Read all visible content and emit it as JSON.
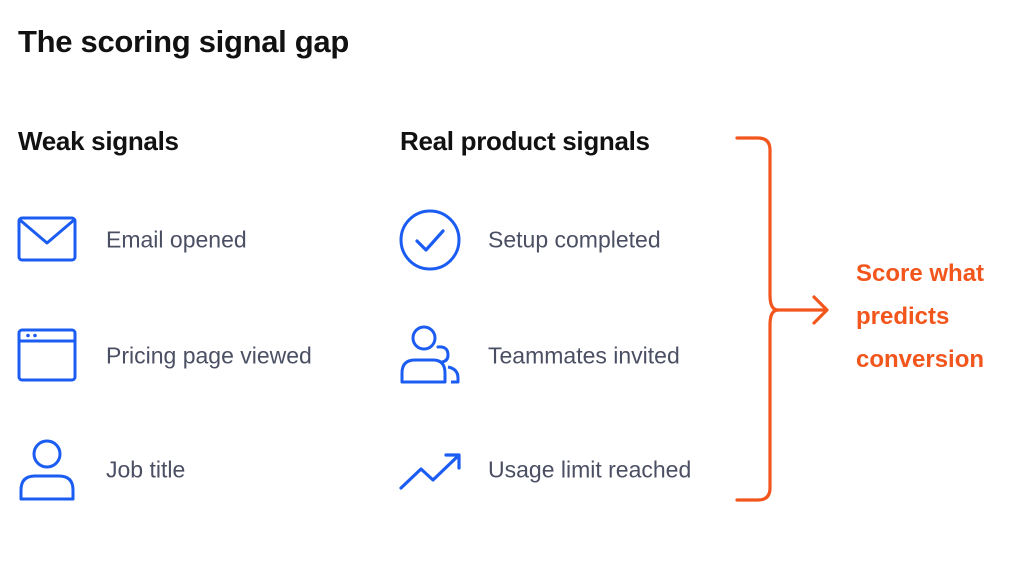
{
  "title": "The scoring signal gap",
  "columns": {
    "weak": {
      "heading": "Weak signals",
      "items": [
        {
          "label": "Email opened",
          "icon": "envelope-icon"
        },
        {
          "label": "Pricing page viewed",
          "icon": "browser-window-icon"
        },
        {
          "label": "Job title",
          "icon": "person-icon"
        }
      ]
    },
    "real": {
      "heading": "Real product signals",
      "items": [
        {
          "label": "Setup completed",
          "icon": "check-circle-icon"
        },
        {
          "label": "Teammates invited",
          "icon": "users-icon"
        },
        {
          "label": "Usage limit reached",
          "icon": "trend-up-icon"
        }
      ]
    }
  },
  "callout": {
    "lines": [
      "Score what",
      "predicts",
      "conversion"
    ]
  },
  "colors": {
    "icon_blue": "#1b5cf2",
    "accent_orange": "#f2561d",
    "label_gray": "#4b4f63",
    "heading_black": "#111111"
  }
}
